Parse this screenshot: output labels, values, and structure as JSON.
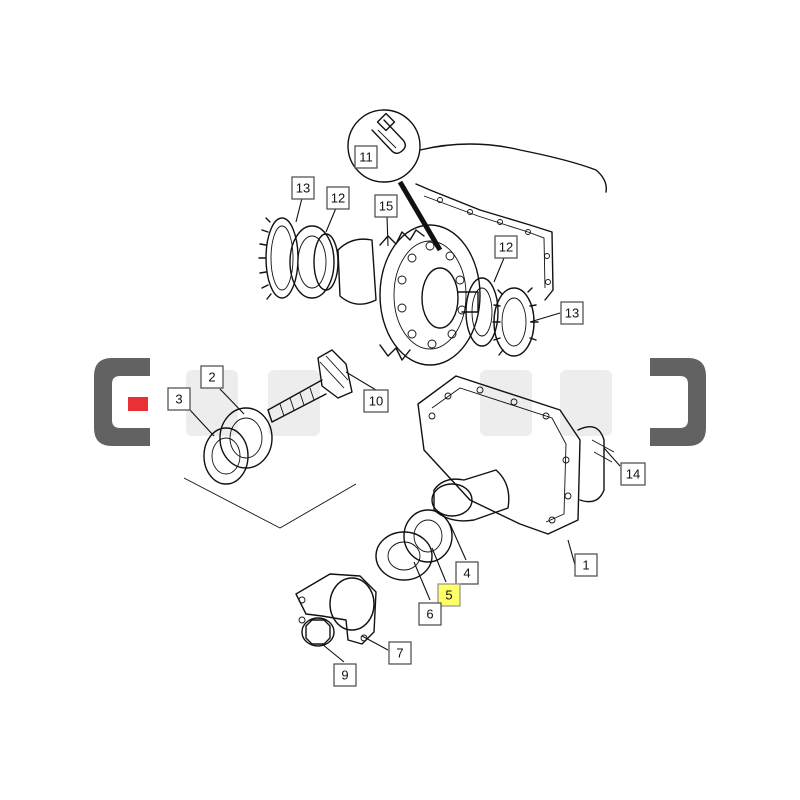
{
  "diagram": {
    "highlight_color": "#ffff66",
    "accent_color": "#e8262a",
    "callouts": [
      {
        "label": "11"
      },
      {
        "label": "13"
      },
      {
        "label": "12"
      },
      {
        "label": "15"
      },
      {
        "label": "12"
      },
      {
        "label": "13"
      },
      {
        "label": "2"
      },
      {
        "label": "3"
      },
      {
        "label": "10"
      },
      {
        "label": "14"
      },
      {
        "label": "1"
      },
      {
        "label": "4"
      },
      {
        "label": "5",
        "highlighted": true
      },
      {
        "label": "6"
      },
      {
        "label": "7"
      },
      {
        "label": "9"
      }
    ]
  }
}
